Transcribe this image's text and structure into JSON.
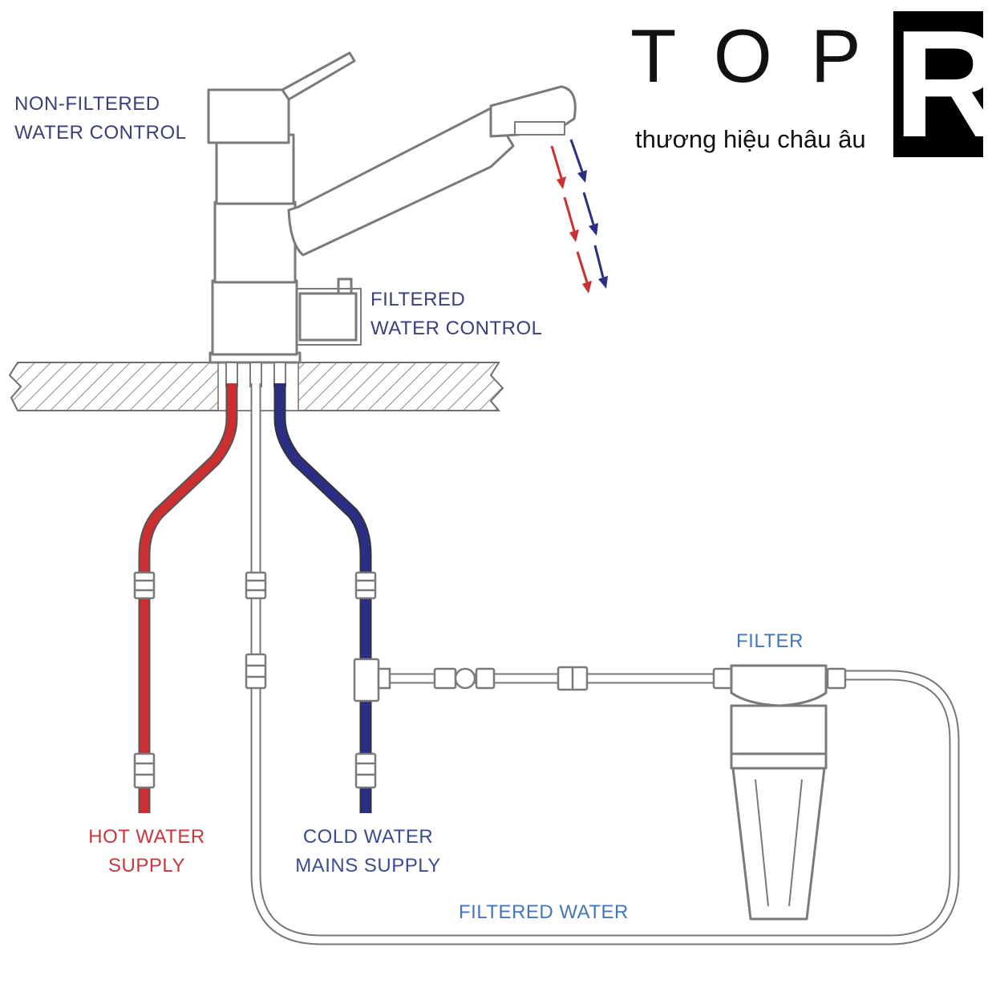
{
  "labels": {
    "non_filtered_line1": "NON-FILTERED",
    "non_filtered_line2": "WATER CONTROL",
    "filtered_line1": "FILTERED",
    "filtered_line2": "WATER CONTROL",
    "hot_line1": "HOT WATER",
    "hot_line2": "SUPPLY",
    "cold_line1": "COLD WATER",
    "cold_line2": "MAINS SUPPLY",
    "filter": "FILTER",
    "filtered_water": "FILTERED WATER"
  },
  "brand": {
    "wordmark": "TOP",
    "box_letter": "R",
    "tagline": "thương hiệu châu âu"
  },
  "colors": {
    "hot_pipe": "#cc2f2f",
    "cold_pipe": "#2a2f85",
    "filtered_pipe": "#777777",
    "outline": "#7a7a7a",
    "label_dark": "#3c3f78",
    "label_red": "#c9363c",
    "label_blue": "#3a4c8e",
    "label_lightblue": "#4577b8"
  }
}
